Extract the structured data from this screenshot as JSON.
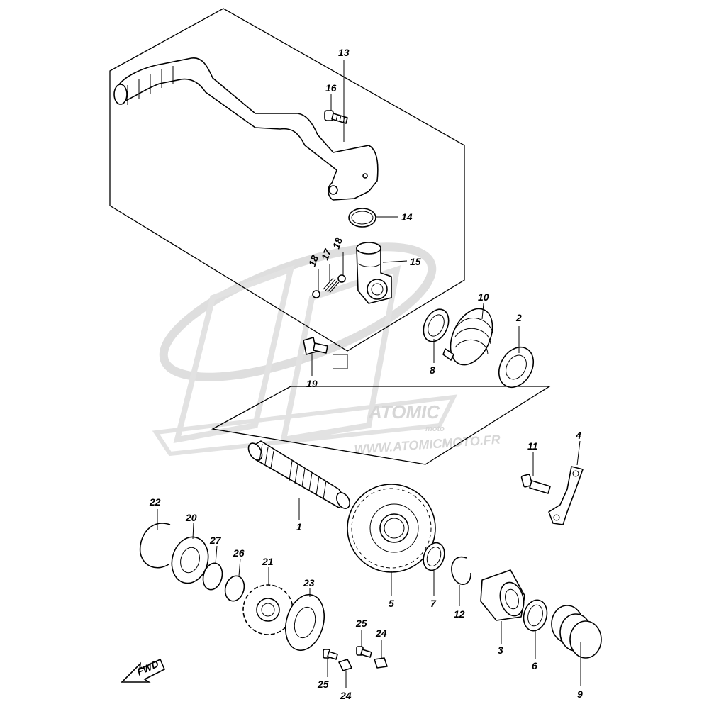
{
  "diagram": {
    "watermark": {
      "brand": "ATOMIC",
      "sub": "moto",
      "url": "WWW.ATOMICMOTO.FR"
    },
    "fwd_label": "FWD",
    "callouts": {
      "p1": "1",
      "p2": "2",
      "p3": "3",
      "p4": "4",
      "p5": "5",
      "p6": "6",
      "p7": "7",
      "p8": "8",
      "p9": "9",
      "p10": "10",
      "p11": "11",
      "p12": "12",
      "p13": "13",
      "p14": "14",
      "p15": "15",
      "p16": "16",
      "p17": "17",
      "p18a": "18",
      "p18b": "18",
      "p19": "19",
      "p20": "20",
      "p21": "21",
      "p22": "22",
      "p23": "23",
      "p24a": "24",
      "p24b": "24",
      "p25a": "25",
      "p25b": "25",
      "p26": "26",
      "p27": "27"
    }
  }
}
